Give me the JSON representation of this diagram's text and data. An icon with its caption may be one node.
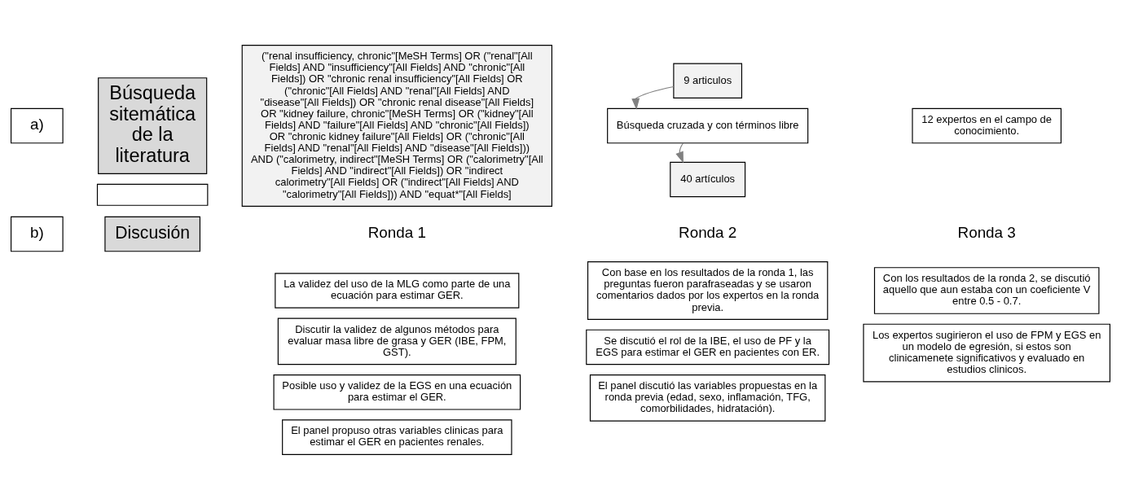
{
  "diagram": {
    "nodes": [
      {
        "text": [
          "a)"
        ]
      },
      {
        "text": [
          "Búsqueda sitemática de la literatura"
        ]
      },
      {
        "text": [],
        "shape": "box"
      },
      {
        "text": [
          "(\"renal insufficiency, chronic\"[MeSH Terms] OR (\"renal\"[All Fields] AND \"insufficiency\"[All Fields] AND \"chronic\"[All Fields]) OR \"chronic renal insufficiency\"[All Fields] OR (\"chronic\"[All Fields] AND \"renal\"[All Fields] AND \"disease\"[All Fields]) OR \"chronic renal disease\"[All Fields] OR \"kidney failure, chronic\"[MeSH Terms] OR (\"kidney\"[All Fields] AND \"failure\"[All Fields] AND \"chronic\"[All Fields]) OR \"chronic kidney failure\"[All Fields] OR (\"chronic\"[All Fields] AND \"renal\"[All Fields] AND \"disease\"[All Fields])) AND (\"calorimetry, indirect\"[MeSH Terms] OR (\"calorimetry\"[All Fields] AND \"indirect\"[All Fields]) OR \"indirect calorimetry\"[All Fields] OR (\"indirect\"[All Fields] AND \"calorimetry\"[All Fields])) AND \"equat*\"[All Fields]"
        ]
      },
      {
        "text": [
          "9 articulos"
        ]
      },
      {
        "text": [
          "Búsqueda cruzada y con términos libre"
        ]
      },
      {
        "text": [
          "40 artículos"
        ]
      },
      {
        "text": [
          "12 expertos en el campo de conocimiento."
        ]
      },
      {
        "text": [
          "b)"
        ]
      },
      {
        "text": [
          "Discusión"
        ]
      },
      {
        "text": [
          "La validez del uso de la MLG como parte de una ecuación para estimar GER."
        ]
      },
      {
        "text": [
          "Discutir la validez de algunos métodos para evaluar masa libre de grasa y GER (IBE, FPM, GST)."
        ]
      },
      {
        "text": [
          "Posible uso y validez de la EGS en una ecuación para estimar el GER."
        ]
      },
      {
        "text": [
          "El panel propuso otras variables clinicas para estimar el GER en pacientes renales."
        ]
      },
      {
        "text": [
          "Con base en los resultados de la ronda 1, las preguntas fueron parafraseadas y se usaron comentarios dados por los expertos en la ronda previa."
        ]
      },
      {
        "text": [
          "Se discutió el rol de la IBE, el uso de PF y la EGS para estimar el GER en pacientes con ER."
        ]
      },
      {
        "text": [
          "El panel discutió las variables propuestas en la ronda previa (edad, sexo, inflamación, TFG, comorbilidades, hidratación)."
        ]
      },
      {
        "text": [
          "Con los resultados de la ronda 2, se discutió aquello que aun estaba con un coeficiente V entre 0.5 - 0.7."
        ]
      },
      {
        "text": [
          "Los expertos sugirieron el uso de FPM y EGS en un modelo de egresión, si estos son clinicamenete significativos y evaluado en estudios clinicos."
        ]
      }
    ],
    "edges": [
      {
        "from": 4,
        "to": 5,
        "arrow": "to"
      },
      {
        "from": 5,
        "to": 6,
        "arrow": "to"
      }
    ],
    "labels": [
      "Ronda 1",
      "Ronda 2",
      "Ronda 3"
    ]
  }
}
